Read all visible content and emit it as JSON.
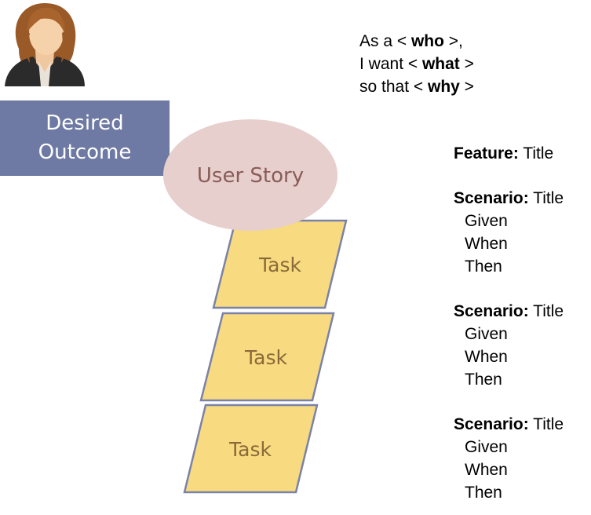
{
  "outcome": {
    "line1": "Desired",
    "line2": "Outcome"
  },
  "user_story": {
    "label": "User Story"
  },
  "tasks": [
    {
      "label": "Task"
    },
    {
      "label": "Task"
    },
    {
      "label": "Task"
    }
  ],
  "template": {
    "line1_pre": "As a < ",
    "line1_key": "who",
    "line1_post": " >,",
    "line2_pre": "I want < ",
    "line2_key": "what",
    "line2_post": " >",
    "line3_pre": "so that < ",
    "line3_key": "why",
    "line3_post": " >"
  },
  "gherkin": {
    "feature_key": "Feature:",
    "feature_title": " Title",
    "scenarios": [
      {
        "key": "Scenario:",
        "title": " Title",
        "steps": [
          "Given",
          "When",
          "Then"
        ]
      },
      {
        "key": "Scenario:",
        "title": " Title",
        "steps": [
          "Given",
          "When",
          "Then"
        ]
      },
      {
        "key": "Scenario:",
        "title": " Title",
        "steps": [
          "Given",
          "When",
          "Then"
        ]
      }
    ]
  },
  "colors": {
    "outcome_bg": "#6E7AA3",
    "story_bg": "#E6CFCC",
    "story_text": "#8A5C58",
    "task_fill": "#F8DA80",
    "task_stroke": "#7A82A8",
    "task_text": "#8A6A3A"
  },
  "icons": {
    "avatar": "woman-avatar-icon"
  }
}
